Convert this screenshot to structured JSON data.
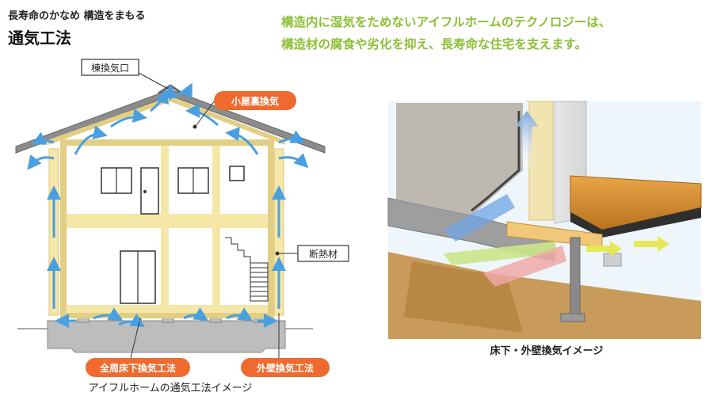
{
  "header": {
    "tagline": "長寿命のかなめ 構造をまもる",
    "title": "通気工法"
  },
  "intro": {
    "line1": "構造内に湿気をためないアイフルホームのテクノロジーは、",
    "line2": "構造材の腐食や劣化を抑え、長寿命な住宅を支えます。"
  },
  "house_diagram": {
    "labels": {
      "ridge_vent": "棟換気口",
      "attic_vent": "小屋裏換気",
      "insulation": "断熱材",
      "underfloor_vent": "全周床下換気工法",
      "wall_vent": "外壁換気工法"
    },
    "caption": "アイフルホームの通気工法イメージ"
  },
  "detail_diagram": {
    "caption": "床下・外壁換気イメージ"
  },
  "colors": {
    "accent_green": "#8dbf36",
    "label_orange": "#ee6a2e",
    "airflow_blue": "#4a9fe0",
    "timber": "#f5e7a8"
  }
}
